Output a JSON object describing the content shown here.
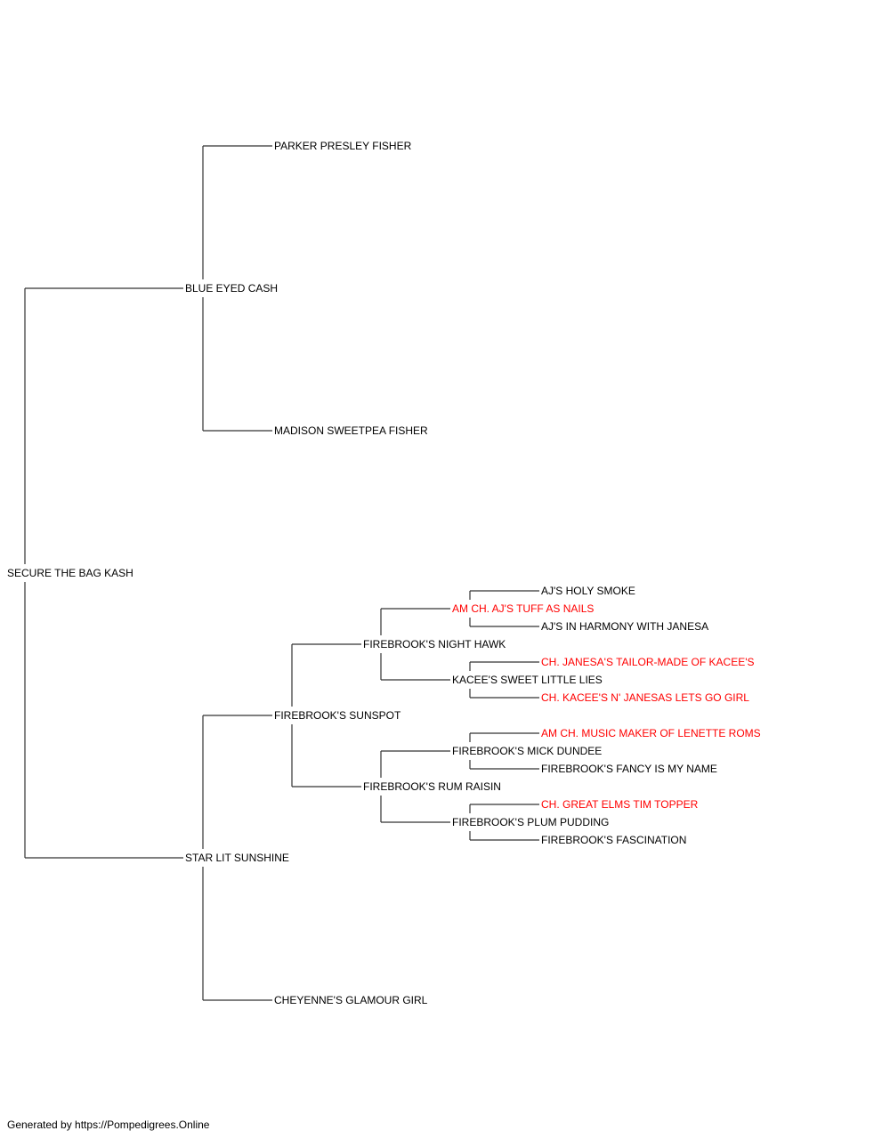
{
  "pedigree": {
    "subject": {
      "name": "SECURE THE BAG KASH",
      "champion": false
    },
    "sire": {
      "name": "BLUE EYED CASH",
      "champion": false,
      "sire": {
        "name": "PARKER PRESLEY FISHER",
        "champion": false
      },
      "dam": {
        "name": "MADISON SWEETPEA FISHER",
        "champion": false
      }
    },
    "dam": {
      "name": "STAR LIT SUNSHINE",
      "champion": false,
      "sire": {
        "name": "FIREBROOK'S SUNSPOT",
        "champion": false,
        "sire": {
          "name": "FIREBROOK'S NIGHT HAWK",
          "champion": false,
          "sire": {
            "name": "AM CH. AJ'S TUFF AS NAILS",
            "champion": true,
            "sire": {
              "name": "AJ'S HOLY SMOKE",
              "champion": false
            },
            "dam": {
              "name": "AJ'S IN HARMONY WITH JANESA",
              "champion": false
            }
          },
          "dam": {
            "name": "KACEE'S SWEET LITTLE LIES",
            "champion": false,
            "sire": {
              "name": "CH. JANESA'S TAILOR-MADE OF KACEE'S",
              "champion": true
            },
            "dam": {
              "name": "CH. KACEE'S N' JANESAS LETS GO GIRL",
              "champion": true
            }
          }
        },
        "dam": {
          "name": "FIREBROOK'S RUM RAISIN",
          "champion": false,
          "sire": {
            "name": "FIREBROOK'S MICK DUNDEE",
            "champion": false,
            "sire": {
              "name": "AM CH. MUSIC MAKER OF LENETTE ROMS",
              "champion": true
            },
            "dam": {
              "name": "FIREBROOK'S FANCY IS MY NAME",
              "champion": false
            }
          },
          "dam": {
            "name": "FIREBROOK'S PLUM PUDDING",
            "champion": false,
            "sire": {
              "name": "CH. GREAT ELMS TIM TOPPER",
              "champion": true
            },
            "dam": {
              "name": "FIREBROOK'S FASCINATION",
              "champion": false
            }
          }
        }
      },
      "dam": {
        "name": "CHEYENNE'S GLAMOUR GIRL",
        "champion": false
      }
    }
  },
  "colors": {
    "line": "#333333",
    "normal_text": "#000000",
    "champion_text": "#ff0000"
  },
  "footer": "Generated by https://Pompedigrees.Online"
}
